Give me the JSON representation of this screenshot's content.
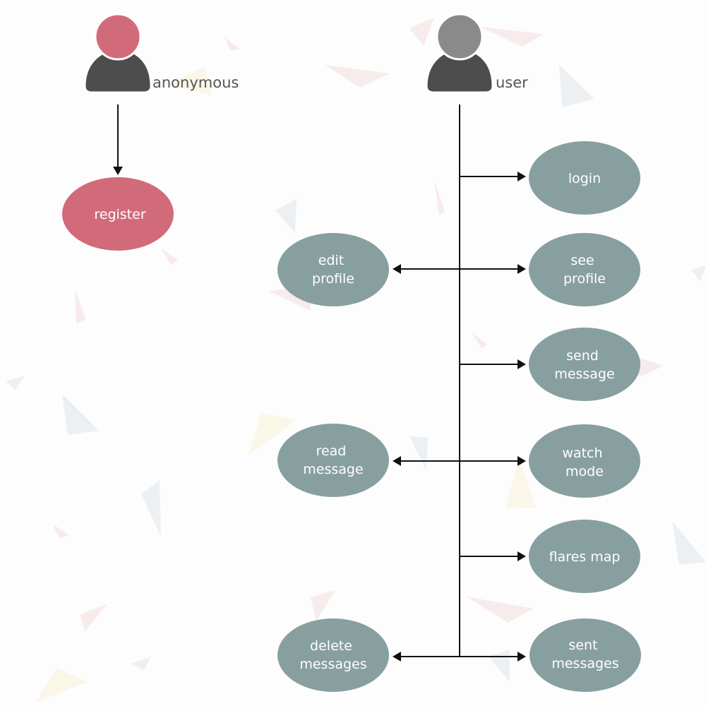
{
  "colors": {
    "background": "#fdfdfd",
    "anonymous_accent": "#d26b79",
    "user_accent": "#8a8a8a",
    "body": "#4d4d4d",
    "usecase_fill": "#889fa0",
    "register_fill": "#d26b79",
    "connector": "#111111"
  },
  "actors": {
    "anonymous": {
      "label": "anonymous",
      "icon": "anonymous-person-icon"
    },
    "user": {
      "label": "user",
      "icon": "user-person-icon"
    }
  },
  "use_cases": {
    "register": {
      "lines": [
        "register"
      ]
    },
    "login": {
      "lines": [
        "login"
      ]
    },
    "edit_profile": {
      "lines": [
        "edit",
        "profile"
      ]
    },
    "see_profile": {
      "lines": [
        "see",
        "profile"
      ]
    },
    "send_message": {
      "lines": [
        "send",
        "message"
      ]
    },
    "read_message": {
      "lines": [
        "read",
        "message"
      ]
    },
    "watch_mode": {
      "lines": [
        "watch",
        "mode"
      ]
    },
    "flares_map": {
      "lines": [
        "flares map"
      ]
    },
    "delete_messages": {
      "lines": [
        "delete",
        "messages"
      ]
    },
    "sent_messages": {
      "lines": [
        "sent",
        "messages"
      ]
    }
  }
}
